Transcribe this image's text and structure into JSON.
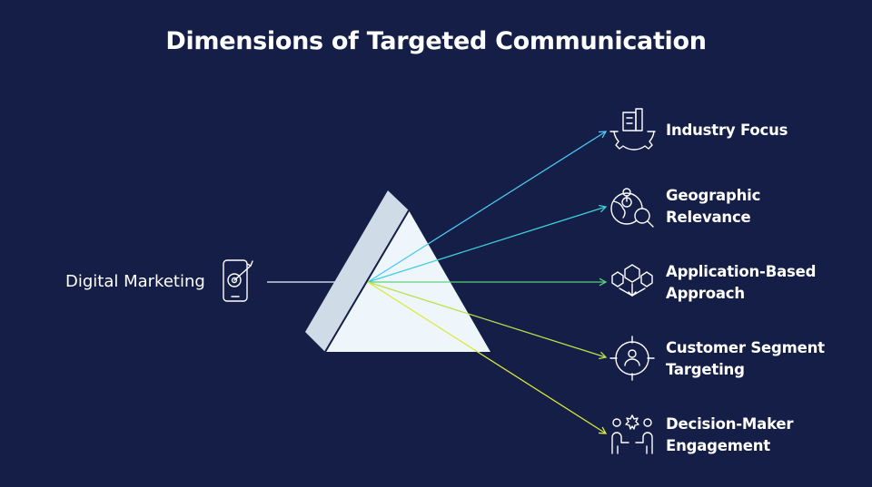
{
  "title": "Dimensions of Targeted Communication",
  "input": {
    "label": "Digital Marketing",
    "icon": "phone-target-icon"
  },
  "outputs": [
    {
      "lines": [
        "Industry Focus"
      ],
      "icon": "factory-gear-icon",
      "color": "#4cc9f0"
    },
    {
      "lines": [
        "Geographic",
        "Relevance"
      ],
      "icon": "globe-search-icon",
      "color": "#3ed0dc"
    },
    {
      "lines": [
        "Application-Based",
        "Approach"
      ],
      "icon": "hexagon-network-icon",
      "color": "#5bd27a"
    },
    {
      "lines": [
        "Customer Segment",
        "Targeting"
      ],
      "icon": "user-crosshair-icon",
      "color": "#b9e24a"
    },
    {
      "lines": [
        "Decision-Maker",
        "Engagement"
      ],
      "icon": "people-meeting-icon",
      "color": "#d9ea3c"
    }
  ],
  "colors": {
    "background": "#141e46",
    "prism": "#eef6fc",
    "line": "#c8d0e0"
  }
}
